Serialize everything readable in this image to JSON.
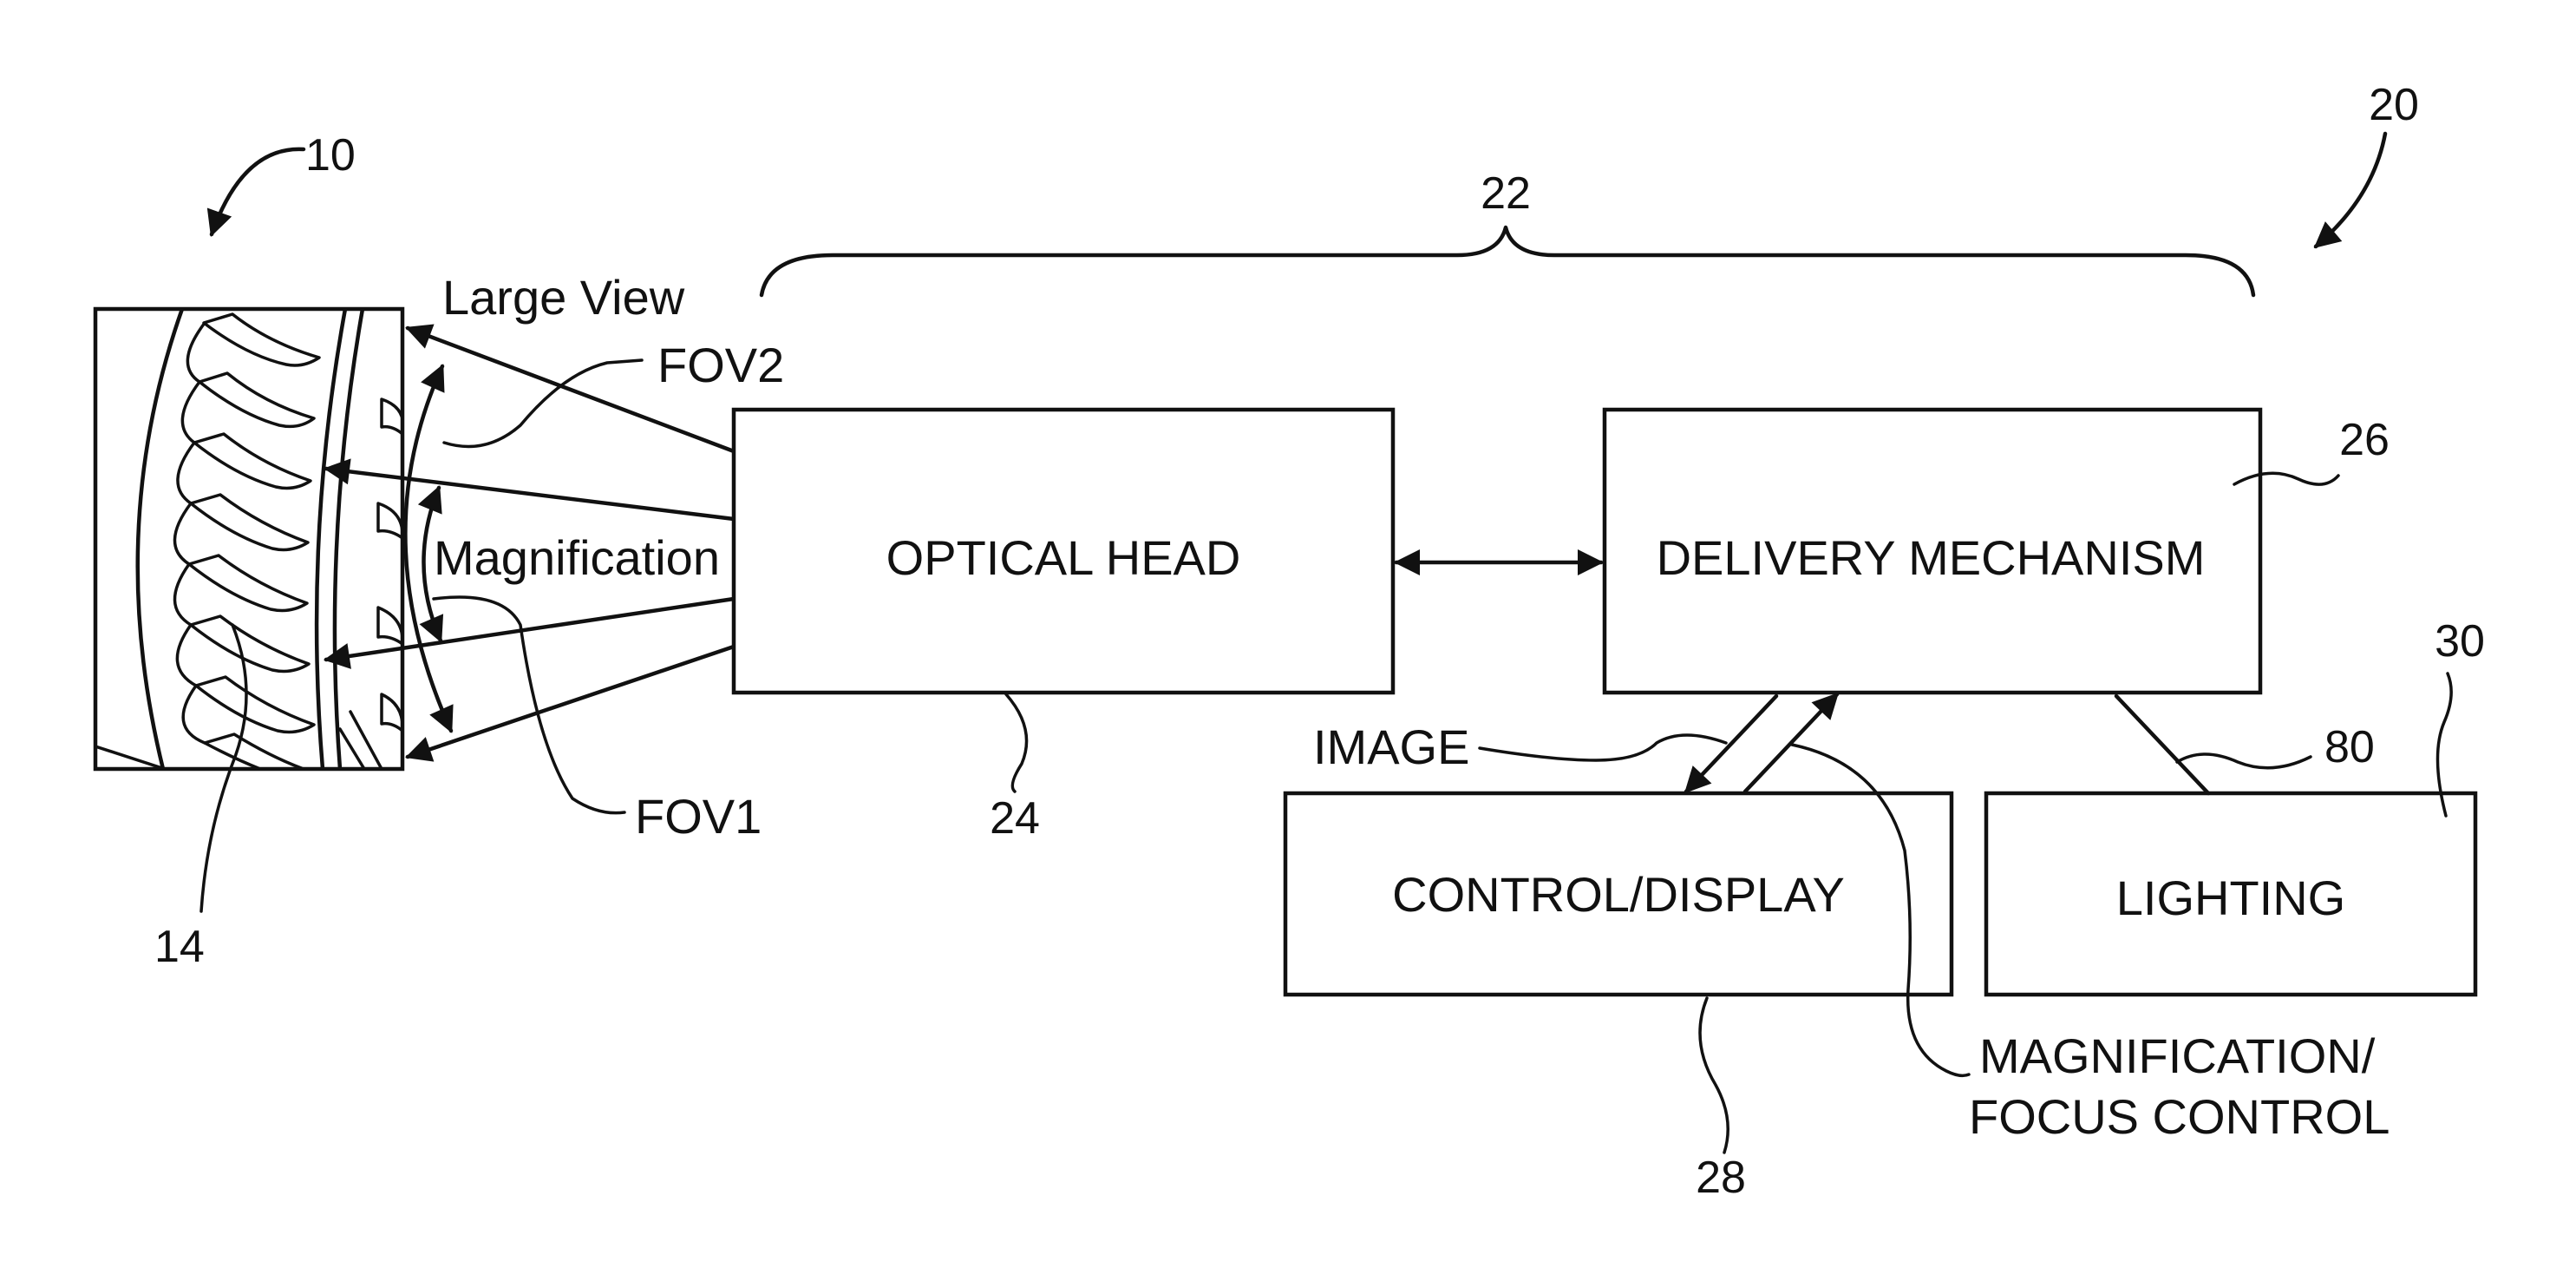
{
  "blocks": {
    "optical_head": "OPTICAL HEAD",
    "delivery_mechanism": "DELIVERY MECHANISM",
    "control_display": "CONTROL/DISPLAY",
    "lighting": "LIGHTING"
  },
  "labels": {
    "large_view": "Large View",
    "magnification": "Magnification",
    "fov1": "FOV1",
    "fov2": "FOV2",
    "image": "IMAGE",
    "mag_focus_line1": "MAGNIFICATION/",
    "mag_focus_line2": "FOCUS CONTROL"
  },
  "reference_numerals": {
    "n10": "10",
    "n14": "14",
    "n20": "20",
    "n22": "22",
    "n24": "24",
    "n26": "26",
    "n28": "28",
    "n30": "30",
    "n80": "80"
  },
  "colors": {
    "ink": "#111111",
    "paper": "#ffffff"
  }
}
